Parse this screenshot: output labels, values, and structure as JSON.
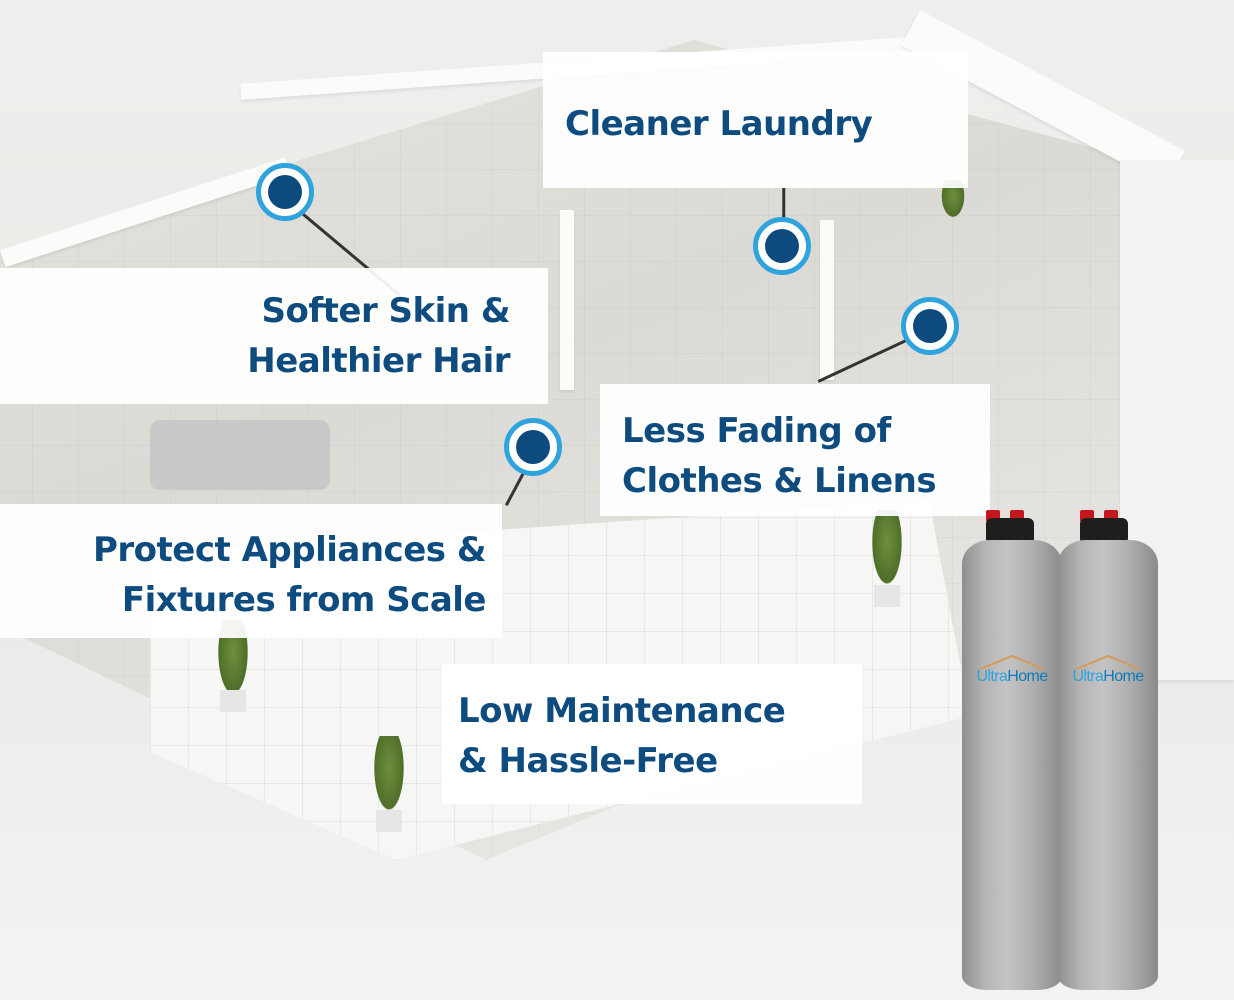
{
  "callouts": {
    "laundry": {
      "lines": [
        "Cleaner Laundry"
      ]
    },
    "skin": {
      "lines": [
        "Softer Skin &",
        "Healthier Hair"
      ]
    },
    "fading": {
      "lines": [
        "Less Fading of",
        "Clothes & Linens"
      ]
    },
    "appliances": {
      "lines": [
        "Protect Appliances &",
        "Fixtures from Scale"
      ]
    },
    "maintenance": {
      "lines": [
        "Low Maintenance",
        "& Hassle-Free"
      ]
    }
  },
  "products": {
    "tanks": [
      {
        "brand_part1": "Ultra",
        "brand_part2": "Home",
        "brand_mark": "."
      },
      {
        "brand_part1": "Ultra",
        "brand_part2": "Home",
        "brand_mark": "."
      }
    ]
  },
  "colors": {
    "text_navy": "#0e4b7e",
    "marker_ring": "#2ea3dd",
    "marker_dot": "#0d4a7d",
    "valve_red": "#c4161c",
    "roof_orange": "#d49a5a"
  }
}
